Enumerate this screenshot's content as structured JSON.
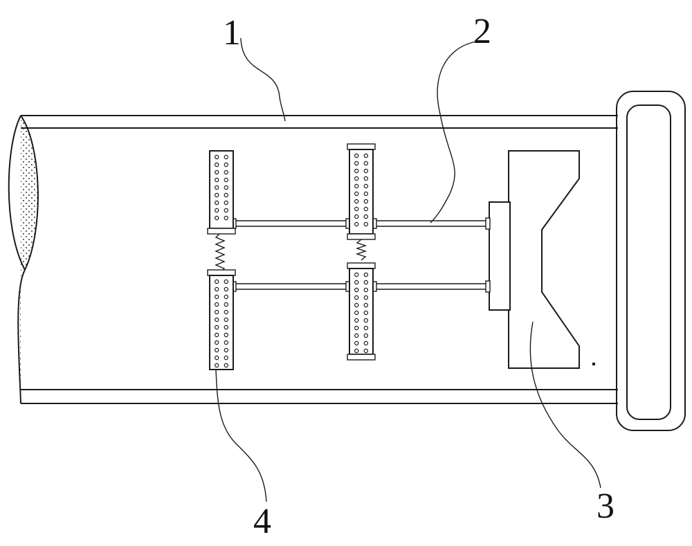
{
  "figure": {
    "labels": [
      {
        "id": "label-1",
        "text": "1"
      },
      {
        "id": "label-2",
        "text": "2"
      },
      {
        "id": "label-3",
        "text": "3"
      },
      {
        "id": "label-4",
        "text": "4"
      }
    ],
    "colors": {
      "line": "#1a1a1a",
      "background": "#ffffff",
      "stipple": "#333333"
    }
  }
}
